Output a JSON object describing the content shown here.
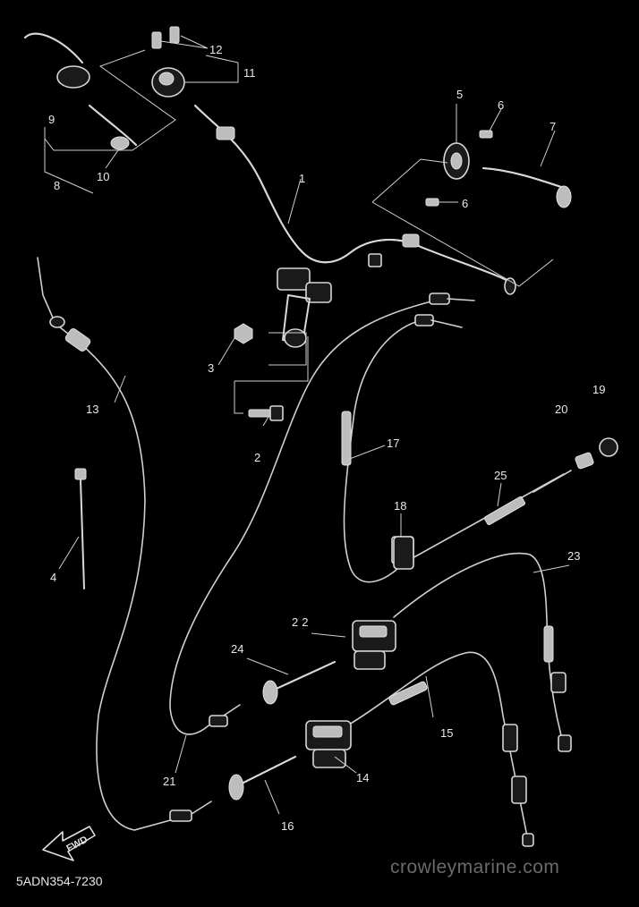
{
  "diagram_code": "5ADN354-7230",
  "watermark": "crowleymarine.com",
  "fwd_label": "FWD",
  "callouts": [
    "1",
    "2",
    "3",
    "4",
    "5",
    "6",
    "6",
    "7",
    "8",
    "9",
    "10",
    "11",
    "12",
    "13",
    "14",
    "15",
    "16",
    "17",
    "18",
    "19",
    "20",
    "21",
    "22",
    "23",
    "24",
    "25"
  ]
}
